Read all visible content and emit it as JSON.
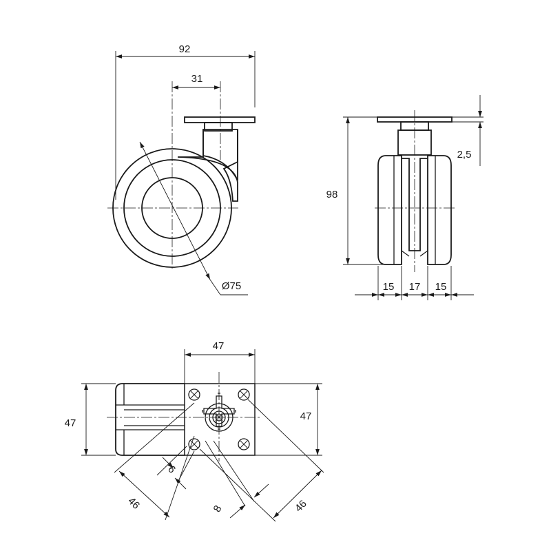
{
  "side_view": {
    "overall_width": "92",
    "offset": "31",
    "wheel_diameter": "Ø75"
  },
  "front_view": {
    "height": "98",
    "plate_thickness": "2,5",
    "wheel_width_left": "15",
    "gap": "17",
    "wheel_width_right": "15"
  },
  "top_view": {
    "plate_width": "47",
    "plate_height_left": "47",
    "plate_height_right": "47",
    "hole_slot": "6",
    "hole_spacing_left": "46",
    "hole_spacing_right": "46",
    "bolt": "8"
  }
}
